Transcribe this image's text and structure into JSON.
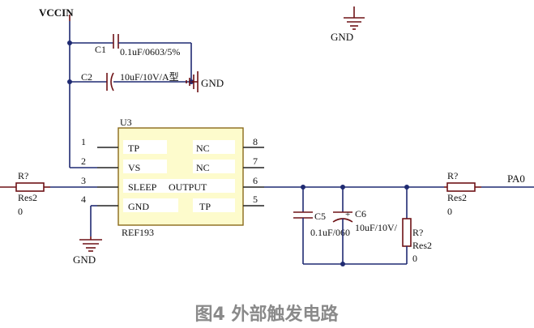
{
  "labels": {
    "vccin": "VCCIN",
    "gnd_top": "GND",
    "gnd_c2": "GND",
    "gnd_left": "GND",
    "c1_ref": "C1",
    "c1_val": "0.1uF/0603/5%",
    "c2_ref": "C2",
    "c2_val": "10uF/10V/A型",
    "u3_ref": "U3",
    "u3_part": "REF193",
    "r_left_ref": "R?",
    "r_left_type": "Res2",
    "r_left_val": "0",
    "r_right_ref": "R?",
    "r_right_type": "Res2",
    "r_right_val": "0",
    "r_mid_ref": "R?",
    "r_mid_type": "Res2",
    "r_mid_val": "0",
    "c5_ref": "C5",
    "c5_val": "0.1uF/060",
    "c6_ref": "C6",
    "c6_val": "10uF/10V/",
    "c6_plus": "+",
    "pa0": "PA0"
  },
  "ic_pins": {
    "left": [
      {
        "num": "1",
        "name": "TP"
      },
      {
        "num": "2",
        "name": "VS"
      },
      {
        "num": "3",
        "name": "SLEEP"
      },
      {
        "num": "4",
        "name": "GND"
      }
    ],
    "right": [
      {
        "num": "8",
        "name": "NC"
      },
      {
        "num": "7",
        "name": "NC"
      },
      {
        "num": "6",
        "name": "OUTPUT"
      },
      {
        "num": "5",
        "name": "TP"
      }
    ]
  },
  "caption": "图4 外部触发电路",
  "colors": {
    "wire": "#1f2a72",
    "component": "#6e1216",
    "ic_fill": "#fdfbcc",
    "ic_border": "#8a6a1a",
    "caption": "#8a8a8a"
  }
}
